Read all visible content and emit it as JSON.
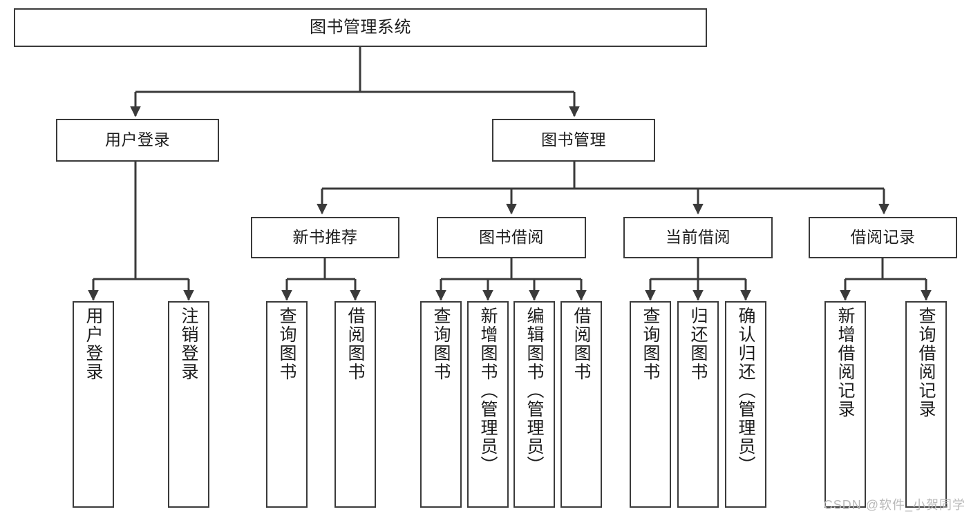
{
  "diagram": {
    "title": "图书管理系统",
    "type": "tree-hierarchy-diagram",
    "watermark": "CSDN @软件_小贺同学",
    "colors": {
      "box_border": "#3a3a3a",
      "box_fill": "#ffffff",
      "edge": "#3a3a3a",
      "text": "#1c1c1c",
      "watermark": "#b9b9b9",
      "background": "#ffffff"
    },
    "nodes": {
      "root": {
        "label": "图书管理系统"
      },
      "level2": [
        {
          "label": "用户登录"
        },
        {
          "label": "图书管理"
        }
      ],
      "level3": [
        {
          "label": "新书推荐"
        },
        {
          "label": "图书借阅"
        },
        {
          "label": "当前借阅"
        },
        {
          "label": "借阅记录"
        }
      ],
      "leaves": {
        "user_login": [
          {
            "label": "用户登录"
          },
          {
            "label": "注销登录"
          }
        ],
        "new_book_recommend": [
          {
            "label": "查询图书"
          },
          {
            "label": "借阅图书"
          }
        ],
        "book_borrow": [
          {
            "label": "查询图书"
          },
          {
            "label": "新增图书（管理员）"
          },
          {
            "label": "编辑图书（管理员）"
          },
          {
            "label": "借阅图书"
          }
        ],
        "current_borrow": [
          {
            "label": "查询图书"
          },
          {
            "label": "归还图书"
          },
          {
            "label": "确认归还（管理员）"
          }
        ],
        "borrow_record": [
          {
            "label": "新增借阅记录"
          },
          {
            "label": "查询借阅记录"
          }
        ]
      }
    }
  }
}
